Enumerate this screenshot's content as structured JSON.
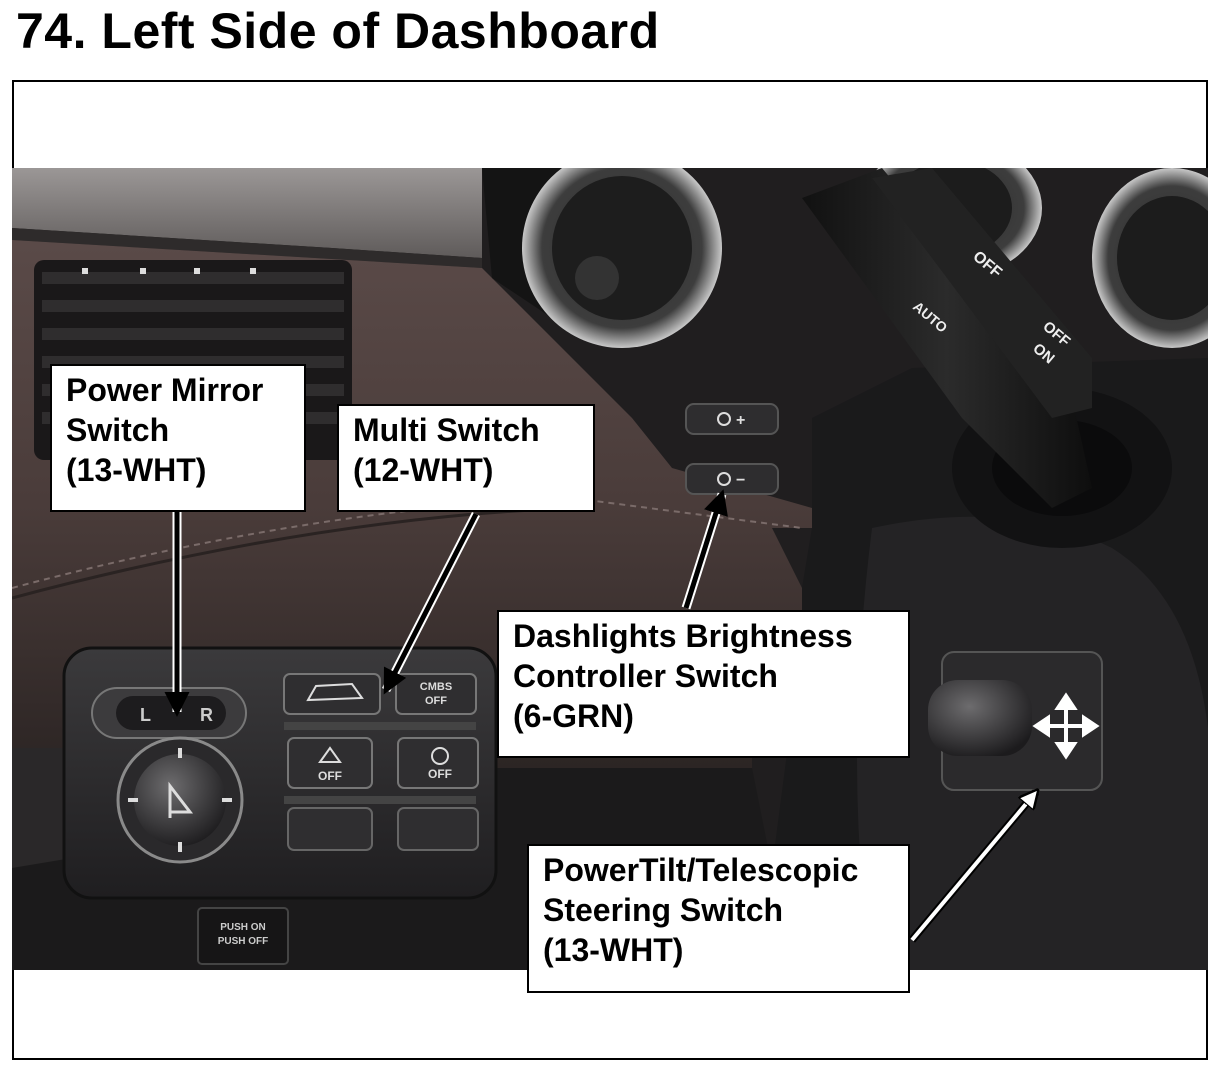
{
  "page": {
    "title": "74.  Left Side of Dashboard"
  },
  "callouts": {
    "power_mirror": {
      "line1": "Power Mirror",
      "line2": "Switch",
      "line3": "(13-WHT)"
    },
    "multi_switch": {
      "line1": "Multi Switch",
      "line2": "(12-WHT)"
    },
    "dashlights": {
      "line1": "Dashlights Brightness",
      "line2": "Controller Switch",
      "line3": "(6-GRN)"
    },
    "steering": {
      "line1": "PowerTilt/Telescopic",
      "line2": "Steering Switch",
      "line3": "(13-WHT)"
    }
  },
  "photo_labels": {
    "mirror_left": "L",
    "mirror_right": "R",
    "cmbs_line1": "CMBS",
    "cmbs_line2": "OFF",
    "vsa_off": "OFF",
    "ldw_off": "OFF",
    "push_on": "PUSH ON",
    "push_off": "PUSH OFF",
    "brightness_up": "+",
    "brightness_down": "−",
    "stalk_off": "OFF",
    "stalk_auto": "AUTO",
    "stalk_off2": "OFF",
    "stalk_on": "ON"
  },
  "colors": {
    "dash_dark": "#1c1a1b",
    "leather": "#4b3d3b",
    "switch_panel": "#2a2a2c"
  }
}
